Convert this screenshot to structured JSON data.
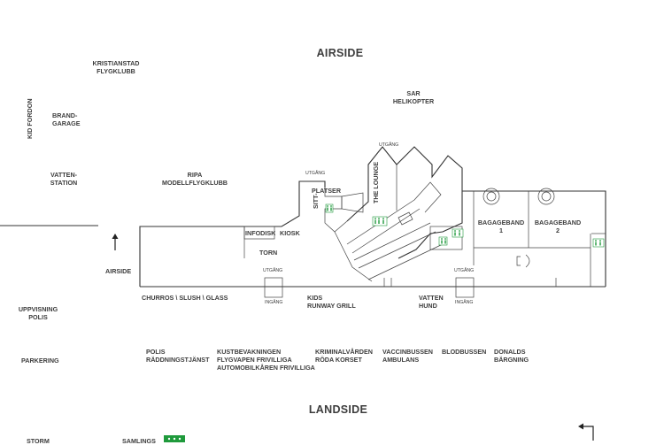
{
  "zones": {
    "airside_title": "AIRSIDE",
    "landside_title": "LANDSIDE"
  },
  "areas": {
    "kristianstad_flygklubb": [
      "KRISTIANSTAD",
      "FLYGKLUBB"
    ],
    "kid_fordon": "KID FORDON",
    "brandgarage": [
      "BRAND-",
      "GARAGE"
    ],
    "sar_helikopter": [
      "SAR",
      "HELIKOPTER"
    ],
    "vattenstation": [
      "VATTEN-",
      "STATION"
    ],
    "ripa": [
      "RIPA",
      "MODELLFLYGKLUBB"
    ],
    "airside_arrow_label": "AIRSIDE",
    "the_lounge": "THE LOUNGE",
    "sittplatser_top": "PLATSER",
    "sittplatser_side": "SITT-",
    "infodisk": "INFODISK",
    "kiosk": "KIOSK",
    "torn": "TORN",
    "bagageband_1": [
      "BAGAGEBAND",
      "1"
    ],
    "bagageband_2": [
      "BAGAGEBAND",
      "2"
    ],
    "churros": "CHURROS \\ SLUSH \\ GLASS",
    "kids": [
      "KIDs",
      "RUNWAY GRILL"
    ],
    "vatten_hund": [
      "VATTEN",
      "HUND"
    ],
    "uppvisning_polis": [
      "UPPVISNING",
      "POLIS"
    ],
    "parkering": "PARKERING",
    "polis": [
      "POLIS",
      "RÄDDNINGSTJÄNST"
    ],
    "kustbevakningen": [
      "KUSTBEVAKNINGEN",
      "FLYGVAPEN FRIVILLIGA",
      "AUTOMOBILKÅREN FRIVILLIGA"
    ],
    "kriminalvarden": [
      "KRIMINALVÅRDEN",
      "RÖDA KORSET"
    ],
    "vaccinbussen": [
      "VACCINBUSSEN",
      "AMBULANS"
    ],
    "blodbussen": "BLODBUSSEN",
    "donalds": [
      "DONALDS",
      "BÄRGNING"
    ],
    "storm": "STORM",
    "samlings": "SAMLINGS"
  },
  "gates": {
    "utgang": "Utgång",
    "ingang": "Ingång"
  },
  "icons": {
    "restroom": "restroom-icon",
    "arrow_up": "arrow-up-icon",
    "arrow_turn": "arrow-turn-icon",
    "assembly": "assembly-point-icon"
  },
  "colors": {
    "text": "#3d3d3d",
    "lines": "#333333",
    "restroom": "#1f9a3c"
  }
}
